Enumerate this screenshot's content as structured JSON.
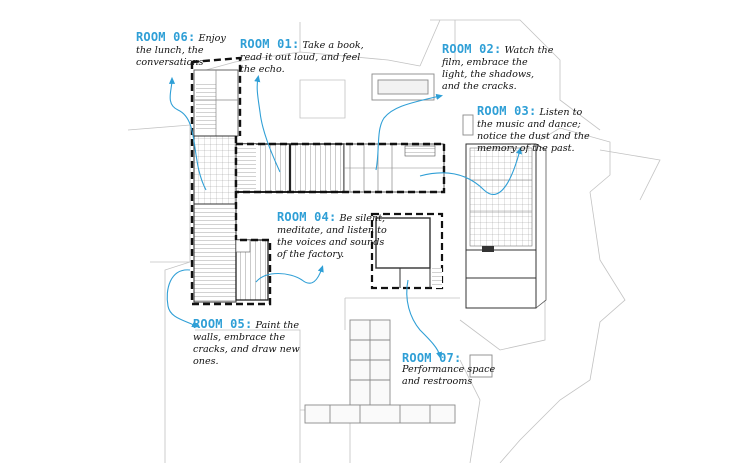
{
  "colors": {
    "accent": "#2f9fd6",
    "ink": "#111111",
    "context": "#bfbfbf"
  },
  "rooms": [
    {
      "key": "r06",
      "title": "ROOM 06:",
      "desc": "Enjoy the lunch, the conversations"
    },
    {
      "key": "r01",
      "title": "ROOM 01:",
      "desc": "Take a book, read it out loud, and feel the echo."
    },
    {
      "key": "r02",
      "title": "ROOM 02:",
      "desc": "Watch the film, embrace the light, the shadows, and the cracks."
    },
    {
      "key": "r03",
      "title": "ROOM 03:",
      "desc": "Listen to the music and dance; notice the dust and the memory of the past."
    },
    {
      "key": "r04",
      "title": "ROOM 04:",
      "desc": "Be silent, meditate, and listen to the voices and sounds of the factory."
    },
    {
      "key": "r05",
      "title": "ROOM 05:",
      "desc": "Paint the walls, embrace the cracks, and draw new ones."
    },
    {
      "key": "r07",
      "title": "ROOM 07:",
      "desc": "Performance space and restrooms"
    }
  ]
}
